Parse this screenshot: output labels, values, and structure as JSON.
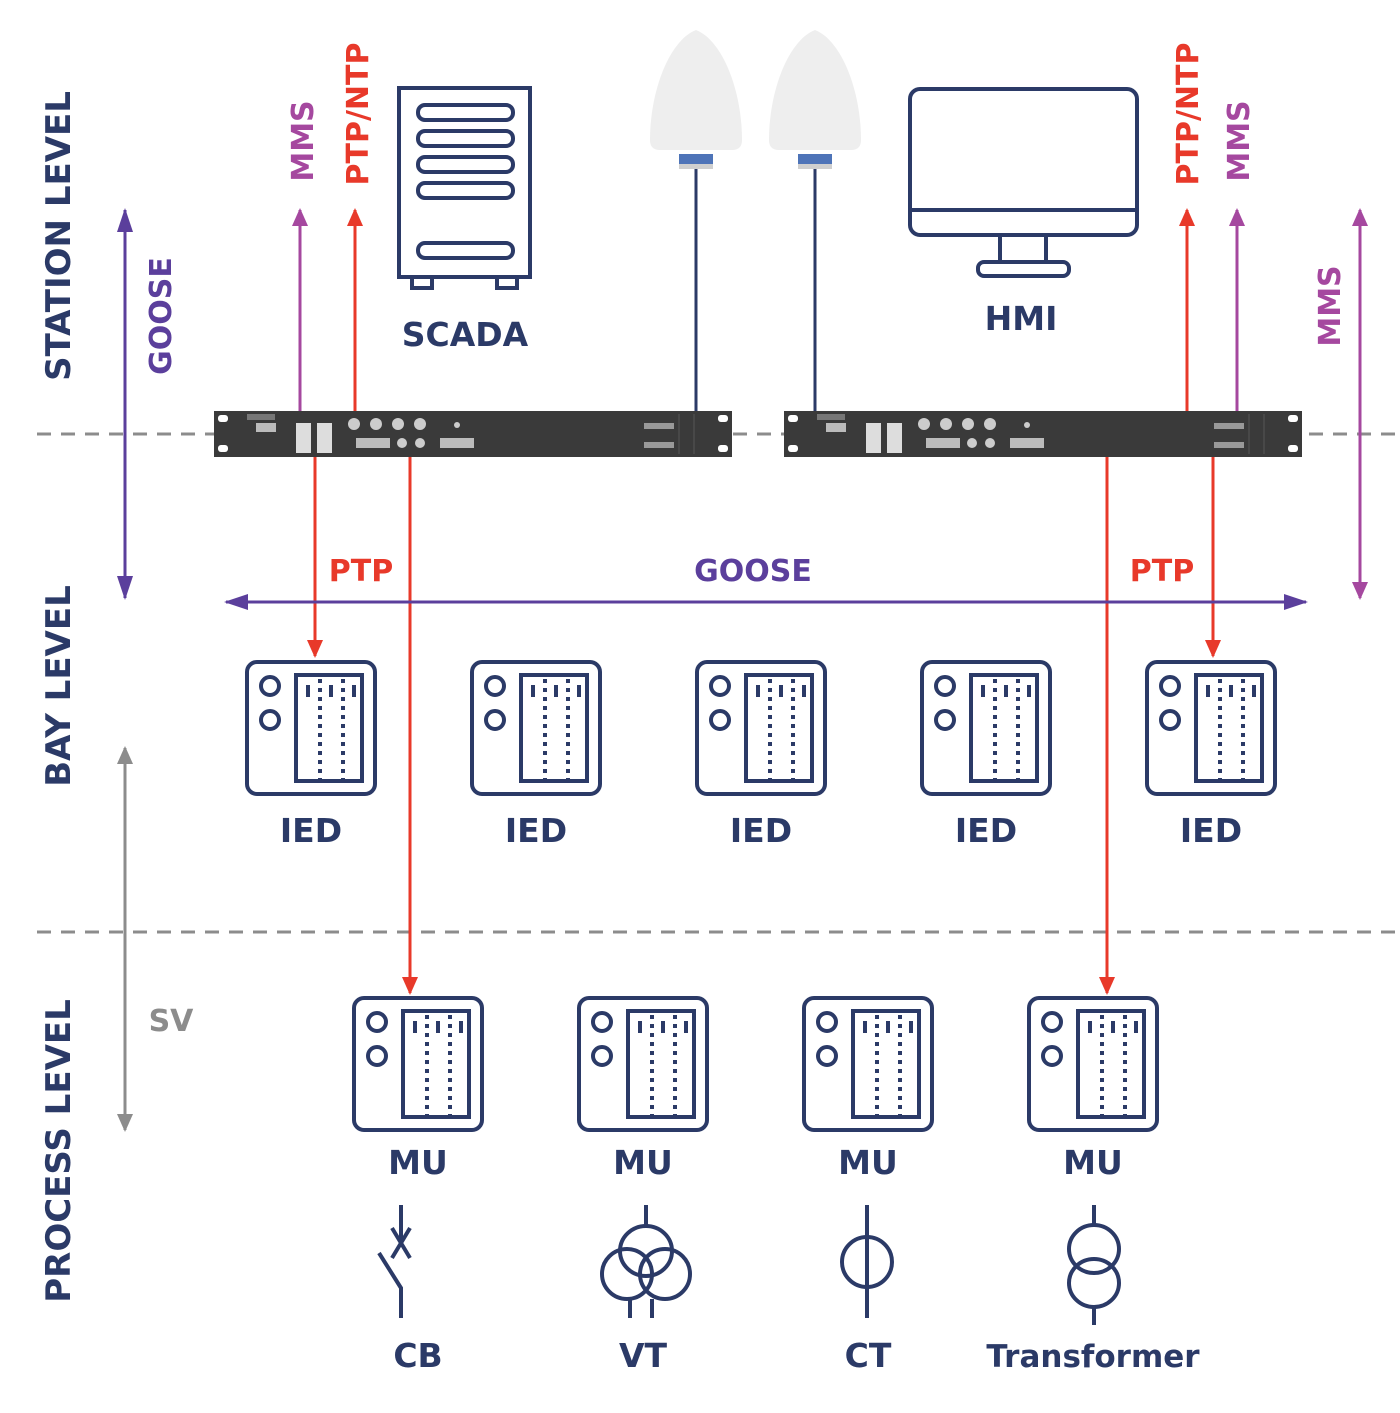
{
  "levels": {
    "station": "STATION LEVEL",
    "bay": "BAY LEVEL",
    "process": "PROCESS LEVEL"
  },
  "station": {
    "scada": "SCADA",
    "hmi": "HMI"
  },
  "protocols": {
    "mms": "MMS",
    "ptp_ntp": "PTP/NTP",
    "ptp": "PTP",
    "goose": "GOOSE",
    "sv": "SV"
  },
  "bay": {
    "ieds": [
      "IED",
      "IED",
      "IED",
      "IED",
      "IED"
    ]
  },
  "process": {
    "mus": [
      "MU",
      "MU",
      "MU",
      "MU"
    ],
    "equipment": [
      "CB",
      "VT",
      "CT",
      "Transformer"
    ]
  },
  "colors": {
    "navy": "#2b3a67",
    "ptp": "#e8392a",
    "mms": "#a5489f",
    "goose": "#5b3f9c",
    "sv": "#8c8c8c"
  }
}
